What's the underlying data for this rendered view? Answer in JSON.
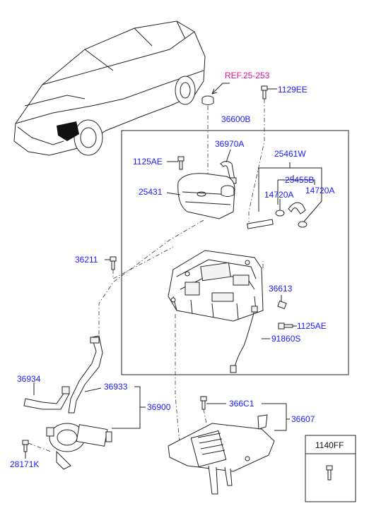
{
  "colors": {
    "part_label": "#1a1aff",
    "reference_label": "#e0109c",
    "line": "#222222"
  },
  "labels": {
    "ref_25_253": "REF.25-253",
    "p1129EE": "1129EE",
    "p36600B": "36600B",
    "p36970A": "36970A",
    "p1125AE_top": "1125AE",
    "p25461W": "25461W",
    "p25455B": "25455B",
    "p14720A_left": "14720A",
    "p14720A_right": "14720A",
    "p25431": "25431",
    "p36211": "36211",
    "p36613": "36613",
    "p1125AE_right": "1125AE",
    "p91860S": "91860S",
    "p36934": "36934",
    "p36933": "36933",
    "p36900": "36900",
    "p366C1": "366C1",
    "p36607": "36607",
    "p28171K": "28171K",
    "p1140FF": "1140FF"
  }
}
